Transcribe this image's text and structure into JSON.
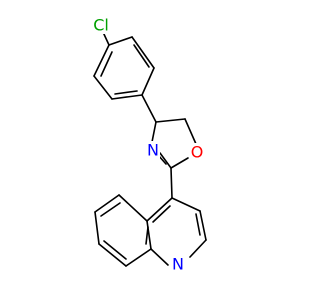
{
  "structure": {
    "atoms": {
      "cl": {
        "label": "Cl",
        "color": "#00a000"
      },
      "n_oxazoline": {
        "label": "N",
        "color": "#0000ff"
      },
      "o_oxazoline": {
        "label": "O",
        "color": "#ff0000"
      },
      "n_quinoline": {
        "label": "N",
        "color": "#0000ff"
      }
    },
    "bond_color": "#000000"
  }
}
